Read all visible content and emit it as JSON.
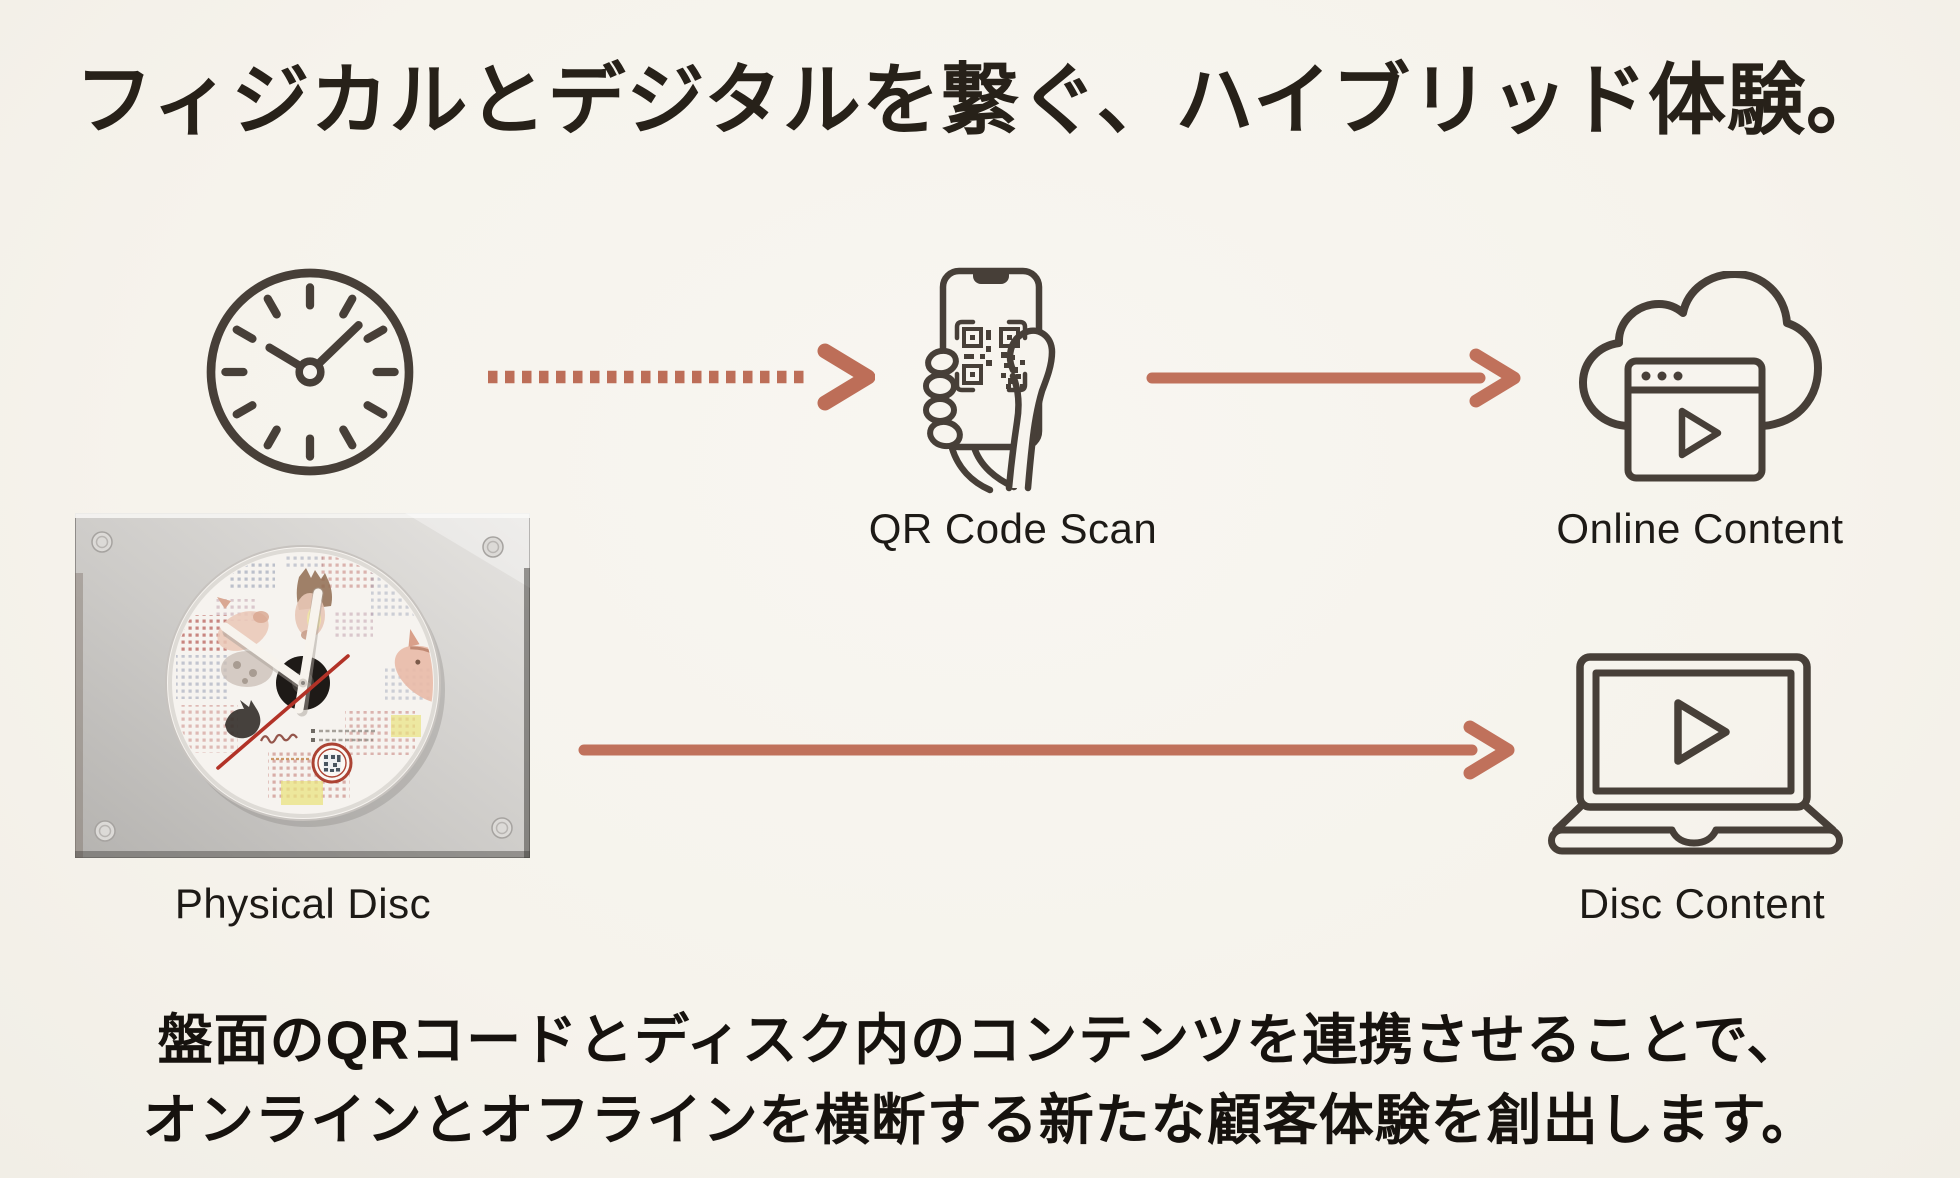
{
  "title": "フィジカルとデジタルを繋ぐ、ハイブリッド体験。",
  "nodes": {
    "physical_disc": {
      "label": "Physical Disc"
    },
    "qr_scan": {
      "label": "QR Code Scan"
    },
    "online_content": {
      "label": "Online Content"
    },
    "disc_content": {
      "label": "Disc Content"
    }
  },
  "description": {
    "line1": "盤面のQRコードとディスク内のコンテンツを連携させることで、",
    "line2": "オンラインとオフラインを横断する新たな顧客体験を創出します。"
  },
  "icons": {
    "clock": "wall-clock-icon",
    "qr_scan": "hand-holding-phone-qr-icon",
    "online_content": "cloud-browser-play-icon",
    "disc_content": "laptop-play-icon"
  },
  "arrows": {
    "physical_to_qr_scan": "dotted-arrow-right",
    "qr_scan_to_online_content": "solid-arrow-right",
    "physical_disc_to_disc_content": "solid-arrow-right"
  },
  "colors": {
    "background": "#f7f4ee",
    "title_text": "#272119",
    "body_text": "#16120e",
    "icon_stroke": "#473f38",
    "arrow": "#bf705a"
  }
}
